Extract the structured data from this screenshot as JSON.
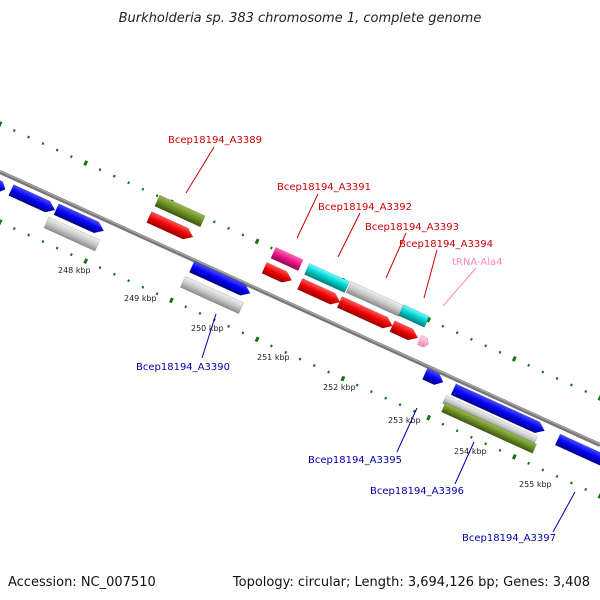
{
  "title": "Burkholderia sp. 383 chromosome 1, complete genome",
  "footer": {
    "accession": "Accession: NC_007510",
    "summary": "Topology: circular; Length: 3,694,126 bp; Genes: 3,408"
  },
  "ticks": [
    "248 kbp",
    "249 kbp",
    "250 kbp",
    "251 kbp",
    "252 kbp",
    "253 kbp",
    "254 kbp",
    "255 kbp"
  ],
  "gene_labels": {
    "a3389": "Bcep18194_A3389",
    "a3390": "Bcep18194_A3390",
    "a3391": "Bcep18194_A3391",
    "a3392": "Bcep18194_A3392",
    "a3393": "Bcep18194_A3393",
    "a3394": "Bcep18194_A3394",
    "trna": "tRNA-Ala4",
    "a3395": "Bcep18194_A3395",
    "a3396": "Bcep18194_A3396",
    "a3397": "Bcep18194_A3397"
  },
  "colors": {
    "forward_label": "#cc0000",
    "reverse_label": "#0000aa",
    "trna_label": "#ff88bb",
    "backbone": "#888888",
    "tick": "#007700",
    "blue": "#0000ee",
    "red": "#ee0000",
    "gray": "#c8c8c8",
    "olive": "#6b8e23",
    "cyan": "#00cccc",
    "magenta": "#ee1188",
    "pink": "#ffaacc"
  }
}
